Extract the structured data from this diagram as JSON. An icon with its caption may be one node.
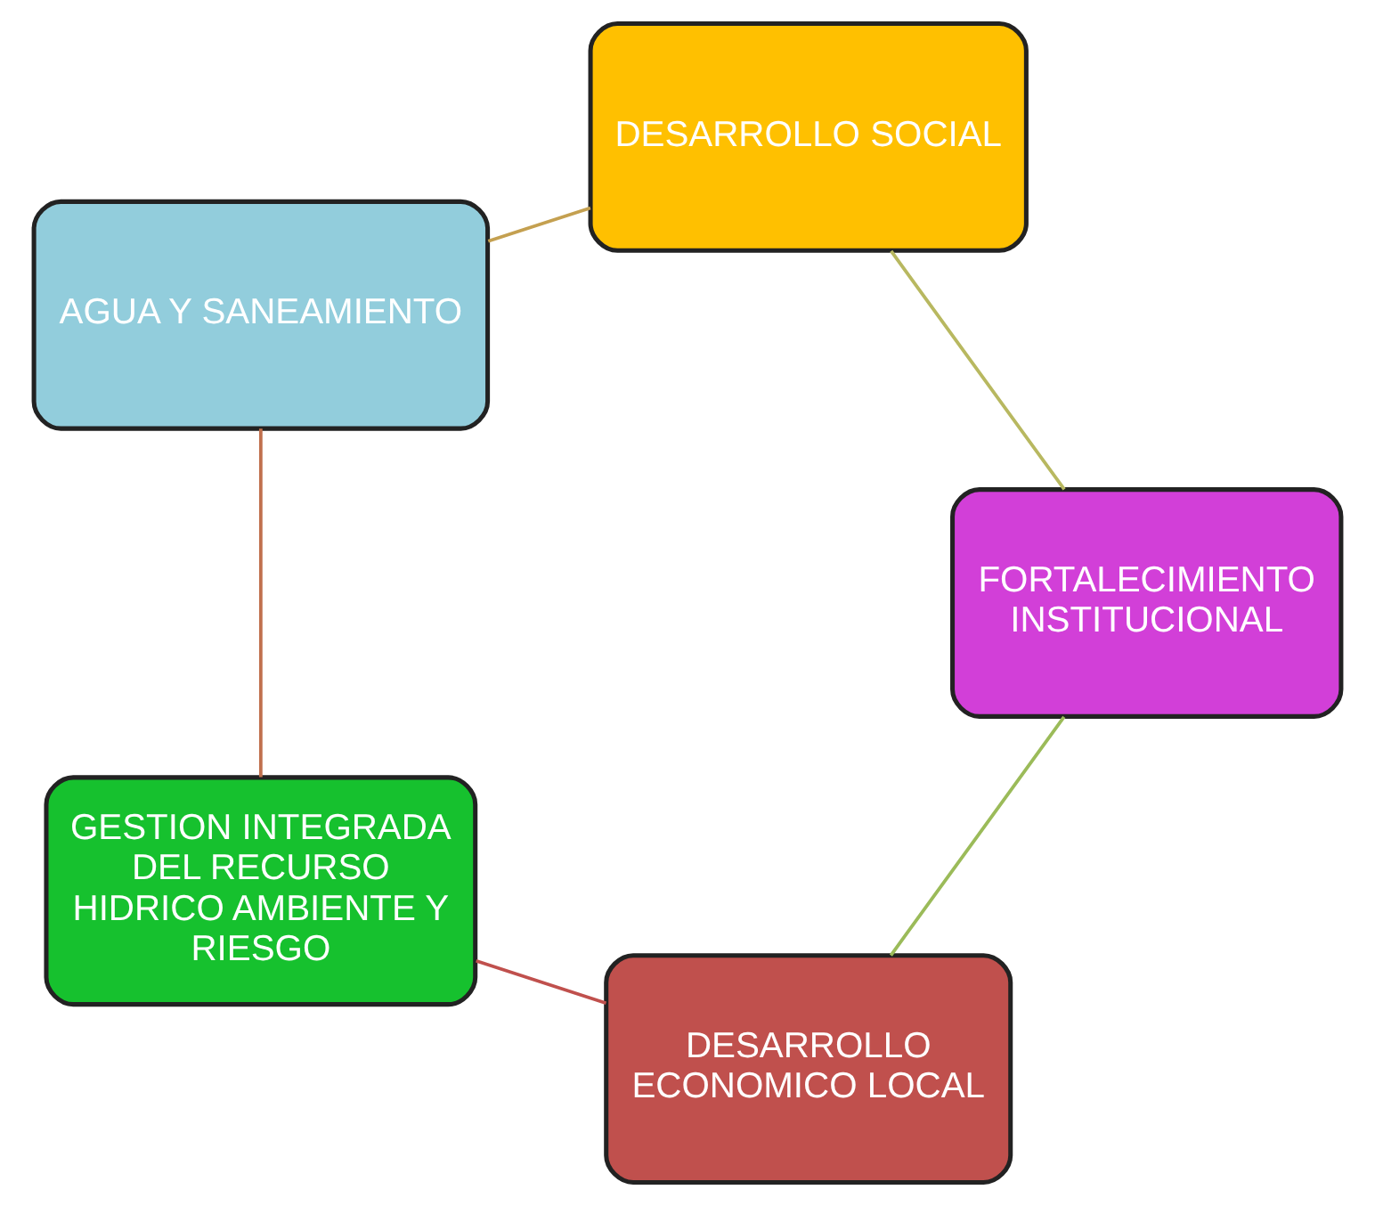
{
  "diagram": {
    "nodes": [
      {
        "text": [
          "DESARROLLO ECONOMICO LOCAL"
        ]
      },
      {
        "text": [
          "GESTION INTEGRADA DEL RECURSO HIDRICO AMBIENTE Y RIESGO"
        ]
      },
      {
        "text": [
          "AGUA Y SANEAMIENTO"
        ]
      },
      {
        "text": [
          "DESARROLLO SOCIAL"
        ]
      },
      {
        "text": [
          "FORTALECIMIENTO INSTITUCIONAL"
        ]
      }
    ],
    "edges": [
      {
        "from": 0,
        "to": 1,
        "arrow": "none",
        "color": "#c0504d"
      },
      {
        "from": 1,
        "to": 2,
        "arrow": "none",
        "color": "#c0704d"
      },
      {
        "from": 2,
        "to": 3,
        "arrow": "none",
        "color": "#c4a050"
      },
      {
        "from": 3,
        "to": 4,
        "arrow": "none",
        "color": "#b8b860"
      },
      {
        "from": 4,
        "to": 0,
        "arrow": "none",
        "color": "#9bbb59"
      }
    ]
  }
}
